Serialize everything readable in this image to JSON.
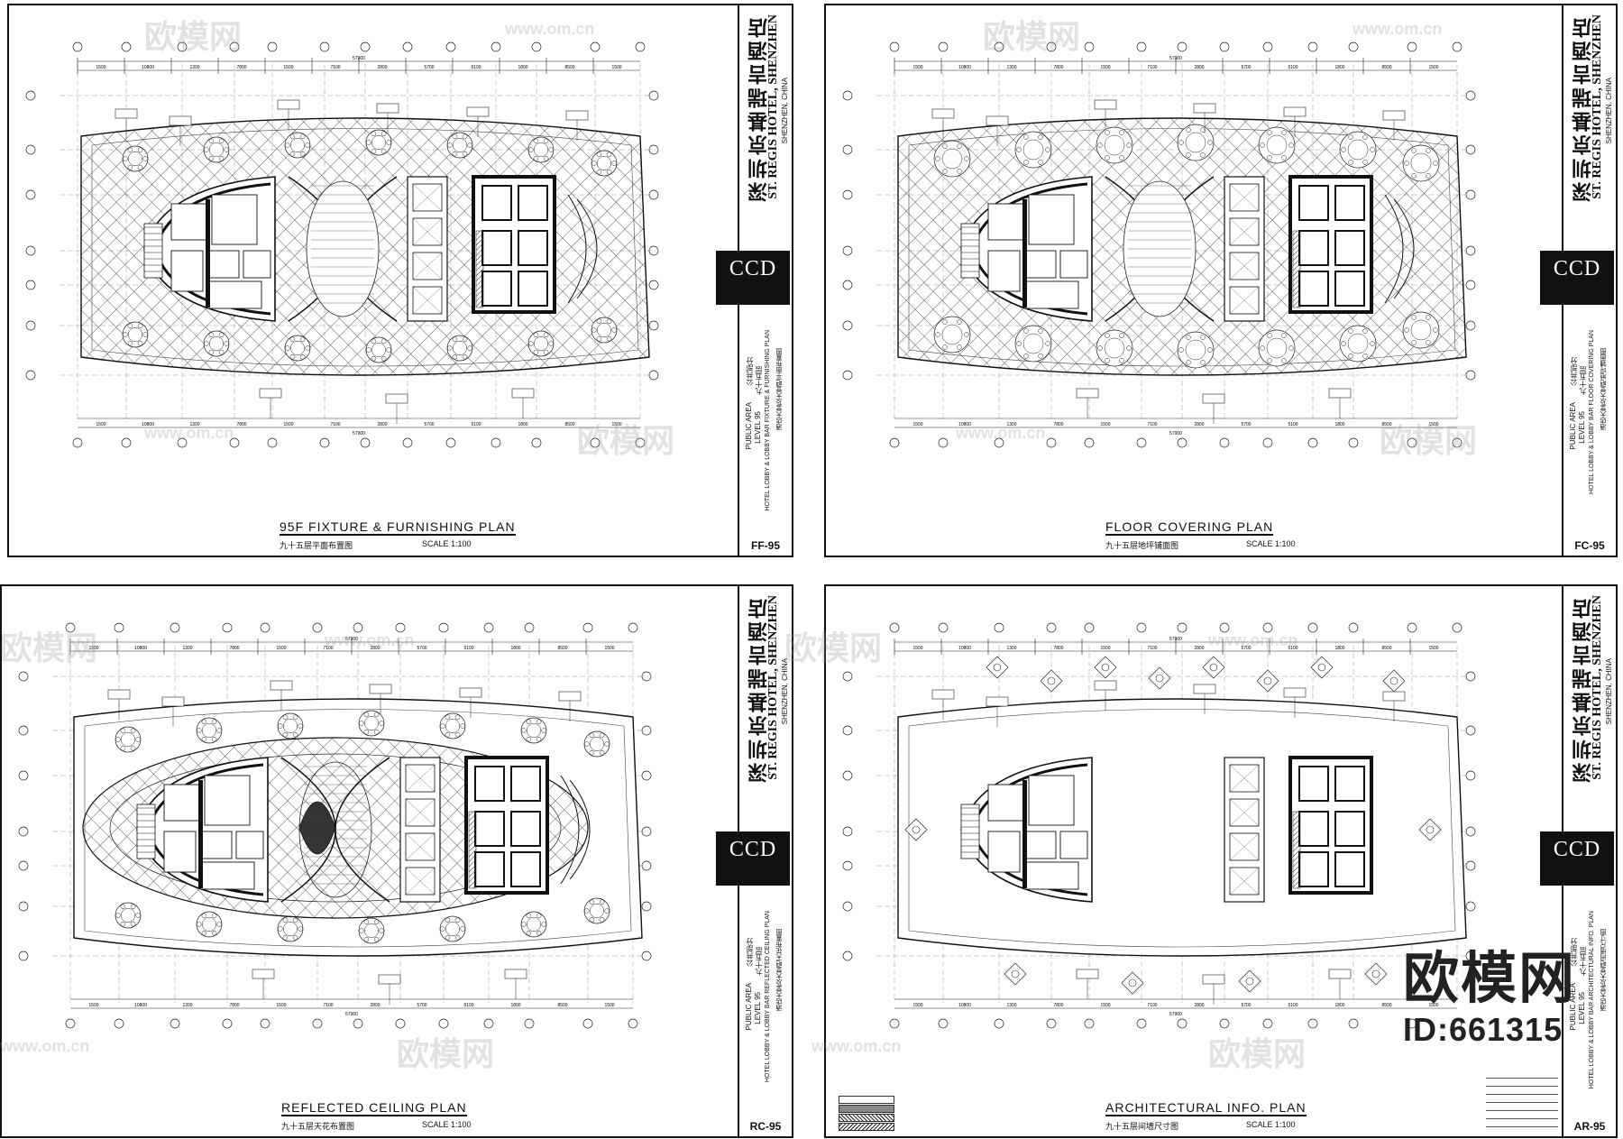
{
  "sheets": [
    {
      "title": "95F FIXTURE & FURNISHING PLAN",
      "subtitle": "九十五层平面布置图",
      "scale": "SCALE  1:100",
      "code": "FF-95",
      "drawing_title_en": "HOTEL LOBBY & LOBBY BAR  FIXTURE & FURNISHING PLAN",
      "drawing_title_cn": "酒店大堂及大堂吧平面布置图"
    },
    {
      "title": "FLOOR  COVERING  PLAN",
      "subtitle": "九十五层地坪铺面图",
      "scale": "SCALE  1:100",
      "code": "FC-95",
      "drawing_title_en": "HOTEL LOBBY & LOBBY BAR  FLOOR COVERING PLAN",
      "drawing_title_cn": "酒店大堂及大堂吧地坪铺面图"
    },
    {
      "title": "REFLECTED  CEILING  PLAN",
      "subtitle": "九十五层天花布置图",
      "scale": "SCALE  1:100",
      "code": "RC-95",
      "drawing_title_en": "HOTEL LOBBY & LOBBY BAR  REFLECTED CEILING PLAN",
      "drawing_title_cn": "酒店大堂及大堂吧天花布置图"
    },
    {
      "title": "ARCHITECTURAL INFO.  PLAN",
      "subtitle": "九十五层间墙尺寸图",
      "scale": "SCALE  1:100",
      "code": "AR-95",
      "drawing_title_en": "HOTEL LOBBY & LOBBY BAR  ARCHITECTURAL INFO. PLAN",
      "drawing_title_cn": "酒店大堂及大堂吧间墙尺寸图"
    }
  ],
  "title_block": {
    "hotel_cn": "深圳京基瑞吉酒店",
    "hotel_en": "ST. REGIS HOTEL, SHENZHEN",
    "location": "SHENZHEN, CHINA",
    "firm": "CCD",
    "area_en": "PUBLIC AREA",
    "area_cn": "公共部分",
    "level_en": "LEVEL 95",
    "level_cn": "九十五层"
  },
  "dimensions": {
    "overall": "57900",
    "segments": [
      "1500",
      "10800",
      "1300",
      "7800",
      "1500",
      "7100",
      "2800",
      "5700",
      "5100",
      "1800",
      "8500",
      "1500"
    ]
  },
  "watermarks": {
    "brand": "欧模网",
    "url": "www.om.cn",
    "id": "ID:661315"
  },
  "colors": {
    "line": "#111111",
    "watermark": "#9a9a9a",
    "background": "#ffffff"
  }
}
